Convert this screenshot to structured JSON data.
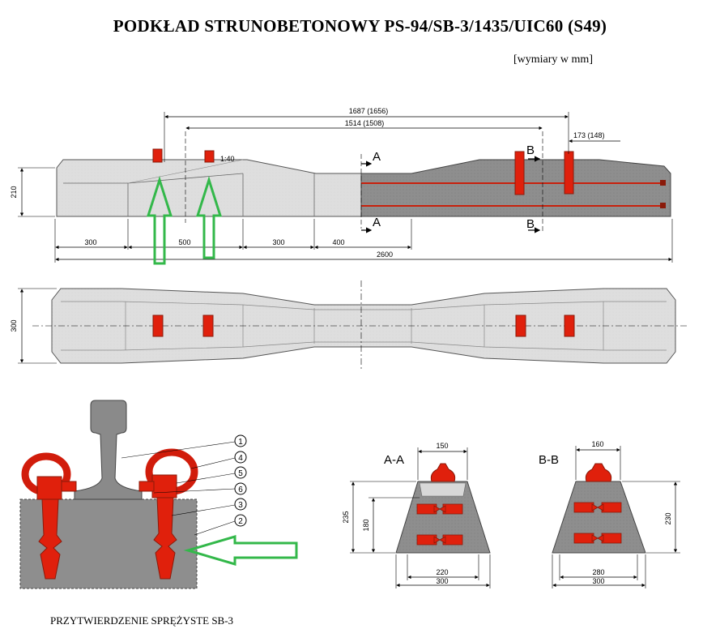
{
  "title": "PODKŁAD  STRUNOBETONOWY  PS-94/SB-3/1435/UIC60 (S49)",
  "units_note": "[wymiary w mm]",
  "caption": "PRZYTWIERDZENIE SPRĘŻYSTE SB-3",
  "side_view": {
    "dim_overall_fastening": "1687 (1656)",
    "dim_inner_fastening": "1514 (1508)",
    "dim_end": "173 (148)",
    "dim_height": "210",
    "slope": "1:40",
    "section_a": "A",
    "section_b": "B",
    "segments": [
      "300",
      "500",
      "300",
      "400"
    ],
    "total_length": "2600"
  },
  "top_view": {
    "dim_width": "300"
  },
  "fastening_detail": {
    "callouts": [
      "1",
      "4",
      "5",
      "6",
      "3",
      "2"
    ]
  },
  "section_aa": {
    "label": "A-A",
    "top_width": "150",
    "height_total": "235",
    "height_inner": "180",
    "bottom_inner": "220",
    "bottom_total": "300"
  },
  "section_bb": {
    "label": "B-B",
    "top_width": "160",
    "height": "230",
    "bottom_inner": "280",
    "bottom_total": "300"
  },
  "colors": {
    "concrete_light": "#dcdcdc",
    "concrete_dark": "#8a8a8a",
    "insert_red": "#e0200c",
    "arrow_green": "#33b84a"
  }
}
